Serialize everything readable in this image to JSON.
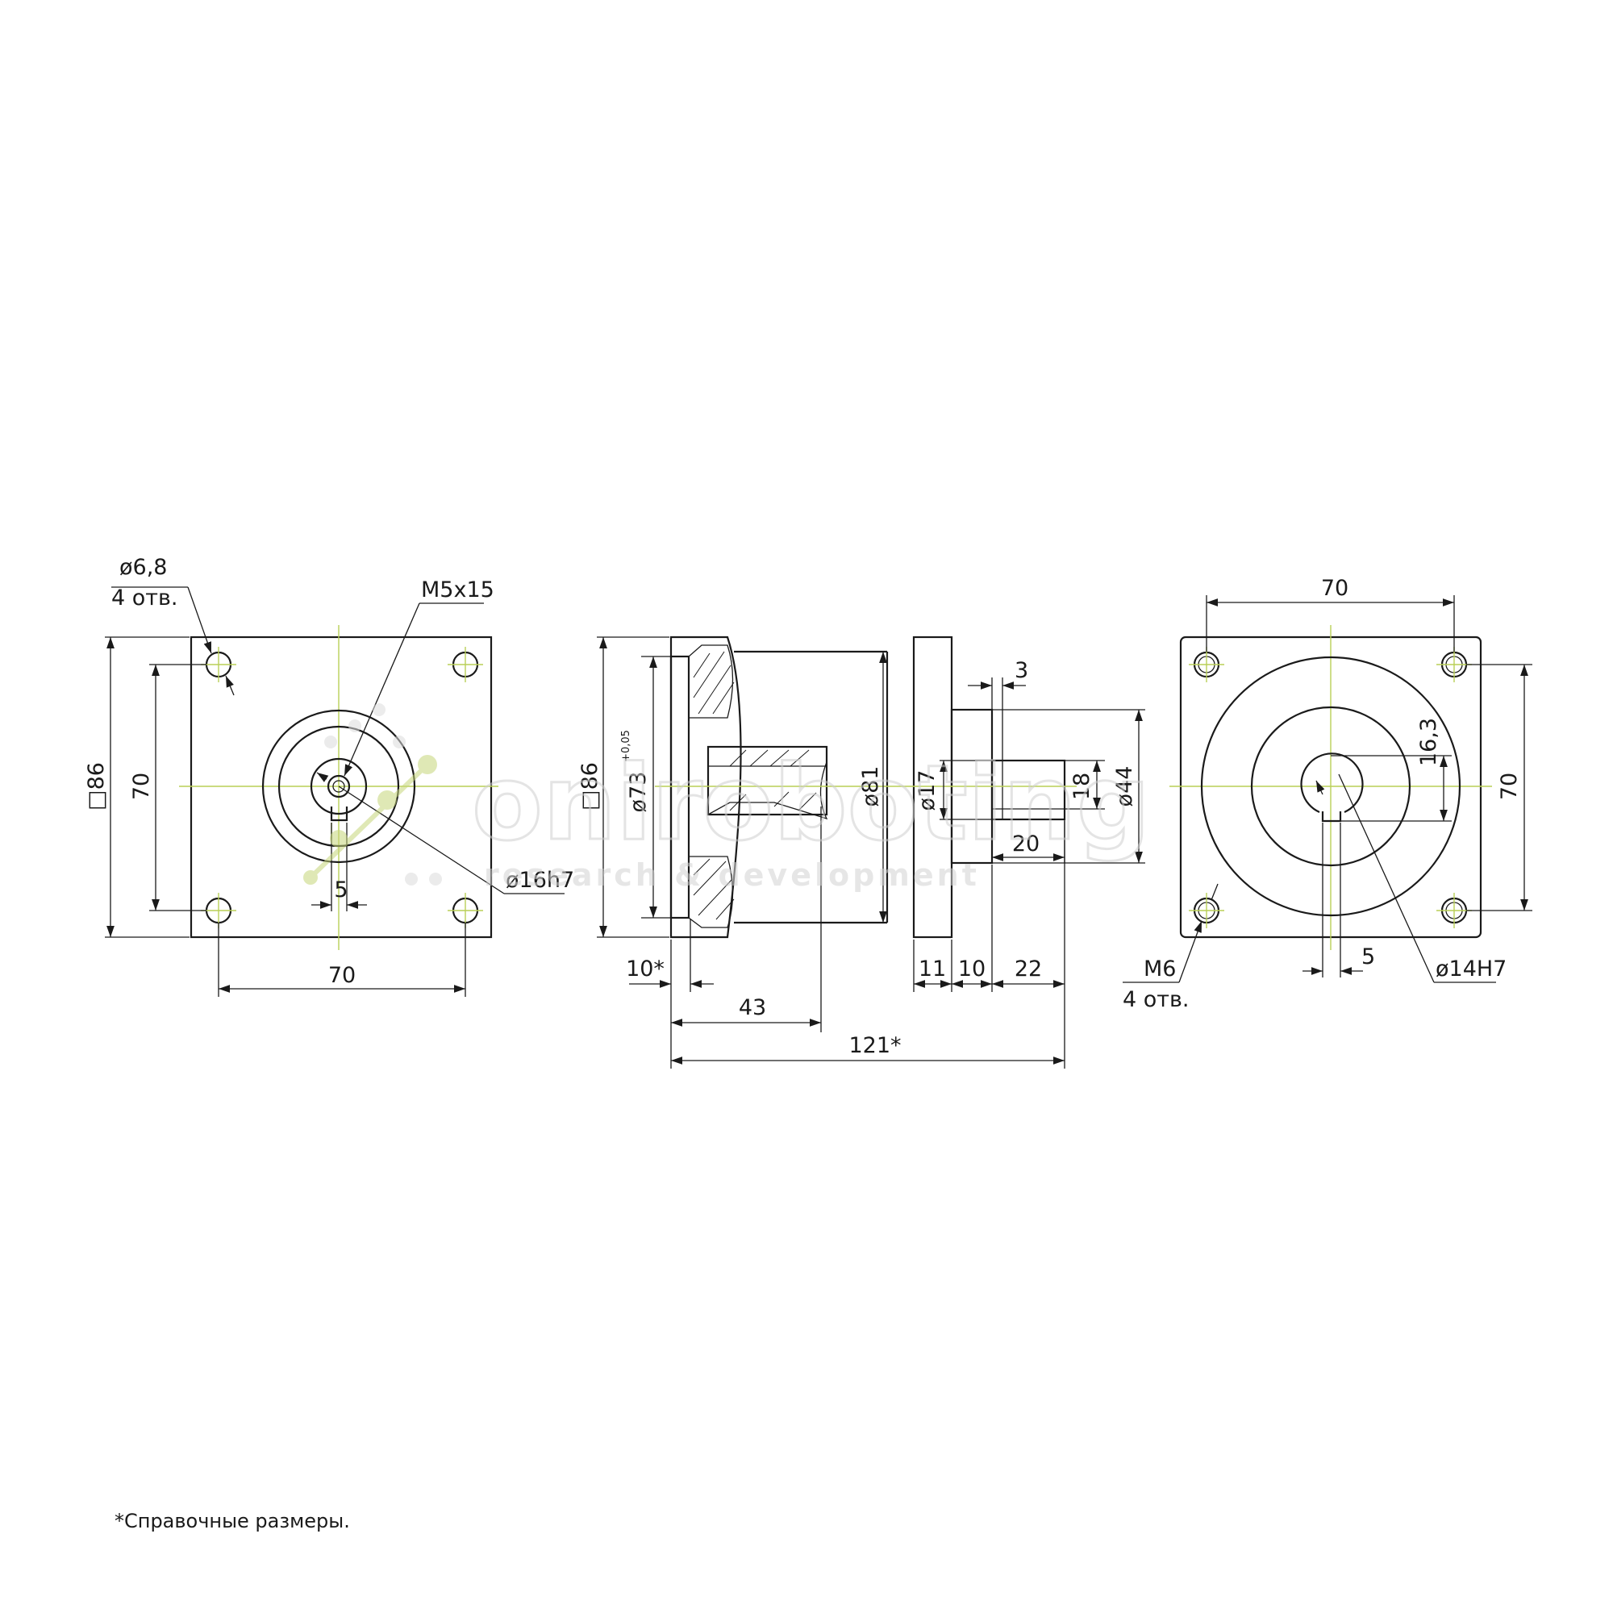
{
  "front_view": {
    "hole_dia": "ø6,8",
    "hole_count": "4 отв.",
    "thread": "M5x15",
    "square": "□86",
    "bolt_pitch_vertical": "70",
    "bolt_pitch_horizontal": "70",
    "key_width": "5",
    "shaft_dia": "ø16h7"
  },
  "side_view": {
    "square": "□86",
    "pilot_dia": "ø73",
    "pilot_tol": "+0,05",
    "body_dia": "ø81",
    "shaft_dia": "ø17",
    "hub_dia": "ø44",
    "key_height": "18",
    "chamfer": "3",
    "key_length": "20",
    "flange_width": "10*",
    "len_43": "43",
    "len_11": "11",
    "len_10": "10",
    "len_22": "22",
    "overall_length": "121*"
  },
  "rear_view": {
    "bolt_pitch_horizontal": "70",
    "bolt_pitch_vertical": "70",
    "key_depth": "16,3",
    "thread": "M6",
    "hole_count": "4 отв.",
    "key_width": "5",
    "bore_dia": "ø14H7"
  },
  "watermark": {
    "brand": "oniroboting",
    "tagline": "research & development"
  },
  "footnote": "*Справочные размеры."
}
